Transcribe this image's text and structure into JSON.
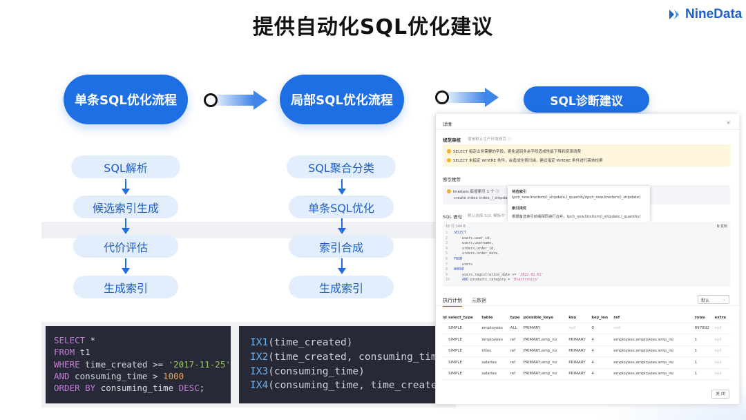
{
  "title": "提供自动化SQL优化建议",
  "logo": {
    "text": "NineData"
  },
  "flows": [
    {
      "title": "单条SQL优化流程",
      "steps": [
        "SQL解析",
        "候选索引生成",
        "代价评估",
        "生成索引"
      ]
    },
    {
      "title": "局部SQL优化流程",
      "steps": [
        "SQL聚合分类",
        "单条SQL优化",
        "索引合成",
        "生成索引"
      ]
    },
    {
      "title": "SQL诊断建议"
    }
  ],
  "code_sql": [
    [
      {
        "t": "SELECT",
        "c": "kw"
      },
      {
        "t": " *",
        "c": ""
      }
    ],
    [
      {
        "t": "FROM",
        "c": "kw"
      },
      {
        "t": " t1",
        "c": ""
      }
    ],
    [
      {
        "t": "WHERE",
        "c": "kw"
      },
      {
        "t": " time_created >= ",
        "c": ""
      },
      {
        "t": "'2017-11-25'",
        "c": "str"
      }
    ],
    [
      {
        "t": "AND",
        "c": "kw"
      },
      {
        "t": " consuming_time > ",
        "c": ""
      },
      {
        "t": "1000",
        "c": "num"
      }
    ],
    [
      {
        "t": "ORDER BY",
        "c": "kw"
      },
      {
        "t": " consuming_time ",
        "c": ""
      },
      {
        "t": "DESC",
        "c": "kw"
      },
      {
        "t": ";",
        "c": ""
      }
    ]
  ],
  "code_index": [
    [
      {
        "t": "IX1",
        "c": "ix"
      },
      {
        "t": "(time_created)",
        "c": ""
      }
    ],
    [
      {
        "t": "IX2",
        "c": "ix"
      },
      {
        "t": "(time_created, consuming_time)",
        "c": ""
      }
    ],
    [
      {
        "t": "IX3",
        "c": "ix"
      },
      {
        "t": "(consuming_time)",
        "c": ""
      }
    ],
    [
      {
        "t": "IX4",
        "c": "ix"
      },
      {
        "t": "(consuming_time, time_created)",
        "c": ""
      }
    ]
  ],
  "panel": {
    "header": "详情",
    "close": "×",
    "spec_title": "规范审核",
    "spec_sub": "使用默认生产环境规范 ⓘ",
    "warnings": [
      "SELECT 指定业务需要的字段，避免返回多余字段造成性能下降和资源浪费",
      "SELECT 未指定 WHERE 条件，会造成全表扫描，建议指定 WHERE 条件进行高效检索"
    ],
    "index_title": "索引推荐",
    "index_line1": "lineitem 新增索引 1 个 ⓘ",
    "index_line2": "create index index_l_shipda",
    "tip": {
      "h1": "待选索引",
      "l1": "tpch_new.lineitem(l_shipdate,l_quantity)tpch_new.lineitem(l_shipdate)",
      "h2": "索引择优",
      "l2": "根据备选索引前缀相同进行合并。tpch_new.lineitem(l_shipdate,l_quantity)"
    },
    "sql_title": "SQL 语句",
    "sql_sub": "默认选择 SQL 模板中",
    "sql_meta": "10 行 144 B",
    "sql_copy": "⧉ 复制",
    "sql_lines": [
      [
        {
          "t": "SELECT",
          "c": "skw"
        }
      ],
      [
        {
          "t": "    users.user_id,",
          "c": ""
        }
      ],
      [
        {
          "t": "    users.username,",
          "c": ""
        }
      ],
      [
        {
          "t": "    orders.order_id,",
          "c": ""
        }
      ],
      [
        {
          "t": "    orders.order_date,",
          "c": ""
        }
      ],
      [
        {
          "t": "FROM",
          "c": "skw"
        }
      ],
      [
        {
          "t": "    users",
          "c": ""
        }
      ],
      [
        {
          "t": "WHERE",
          "c": "skw"
        }
      ],
      [
        {
          "t": "    users.registration_date >= ",
          "c": ""
        },
        {
          "t": "'2022-01-01'",
          "c": "sstr"
        }
      ],
      [
        {
          "t": "    AND",
          "c": "skw"
        },
        {
          "t": " products.category = ",
          "c": ""
        },
        {
          "t": "'Electronics'",
          "c": "sstr"
        }
      ]
    ],
    "tab_active": "执行计划",
    "tab_other": "元数据",
    "select_value": "默认",
    "columns": [
      "id",
      "select_type",
      "table",
      "type",
      "possible_keys",
      "key",
      "key_len",
      "ref",
      "rows",
      "extra"
    ],
    "rows": [
      [
        "",
        "SIMPLE",
        "employees",
        "ALL",
        "PRIMARY",
        "null",
        "0",
        "null",
        "897892",
        "null"
      ],
      [
        "",
        "SIMPLE",
        "employees",
        "ref",
        "PRIMARY,emp_no",
        "PRIMARY",
        "4",
        "employees.employees.emp_no",
        "1",
        "null"
      ],
      [
        "",
        "SIMPLE",
        "titles",
        "ref",
        "PRIMARY,emp_no",
        "PRIMARY",
        "4",
        "employees.employees.emp_no",
        "1",
        "null"
      ],
      [
        "",
        "SIMPLE",
        "salaries",
        "ref",
        "PRIMARY,emp_no",
        "PRIMARY",
        "4",
        "employees.employees.emp_no",
        "1",
        "null"
      ],
      [
        "",
        "SIMPLE",
        "salaries",
        "ref",
        "PRIMARY,emp_no",
        "PRIMARY",
        "4",
        "employees.employees.emp_no",
        "1",
        "null"
      ]
    ],
    "close_btn": "关 闭"
  }
}
